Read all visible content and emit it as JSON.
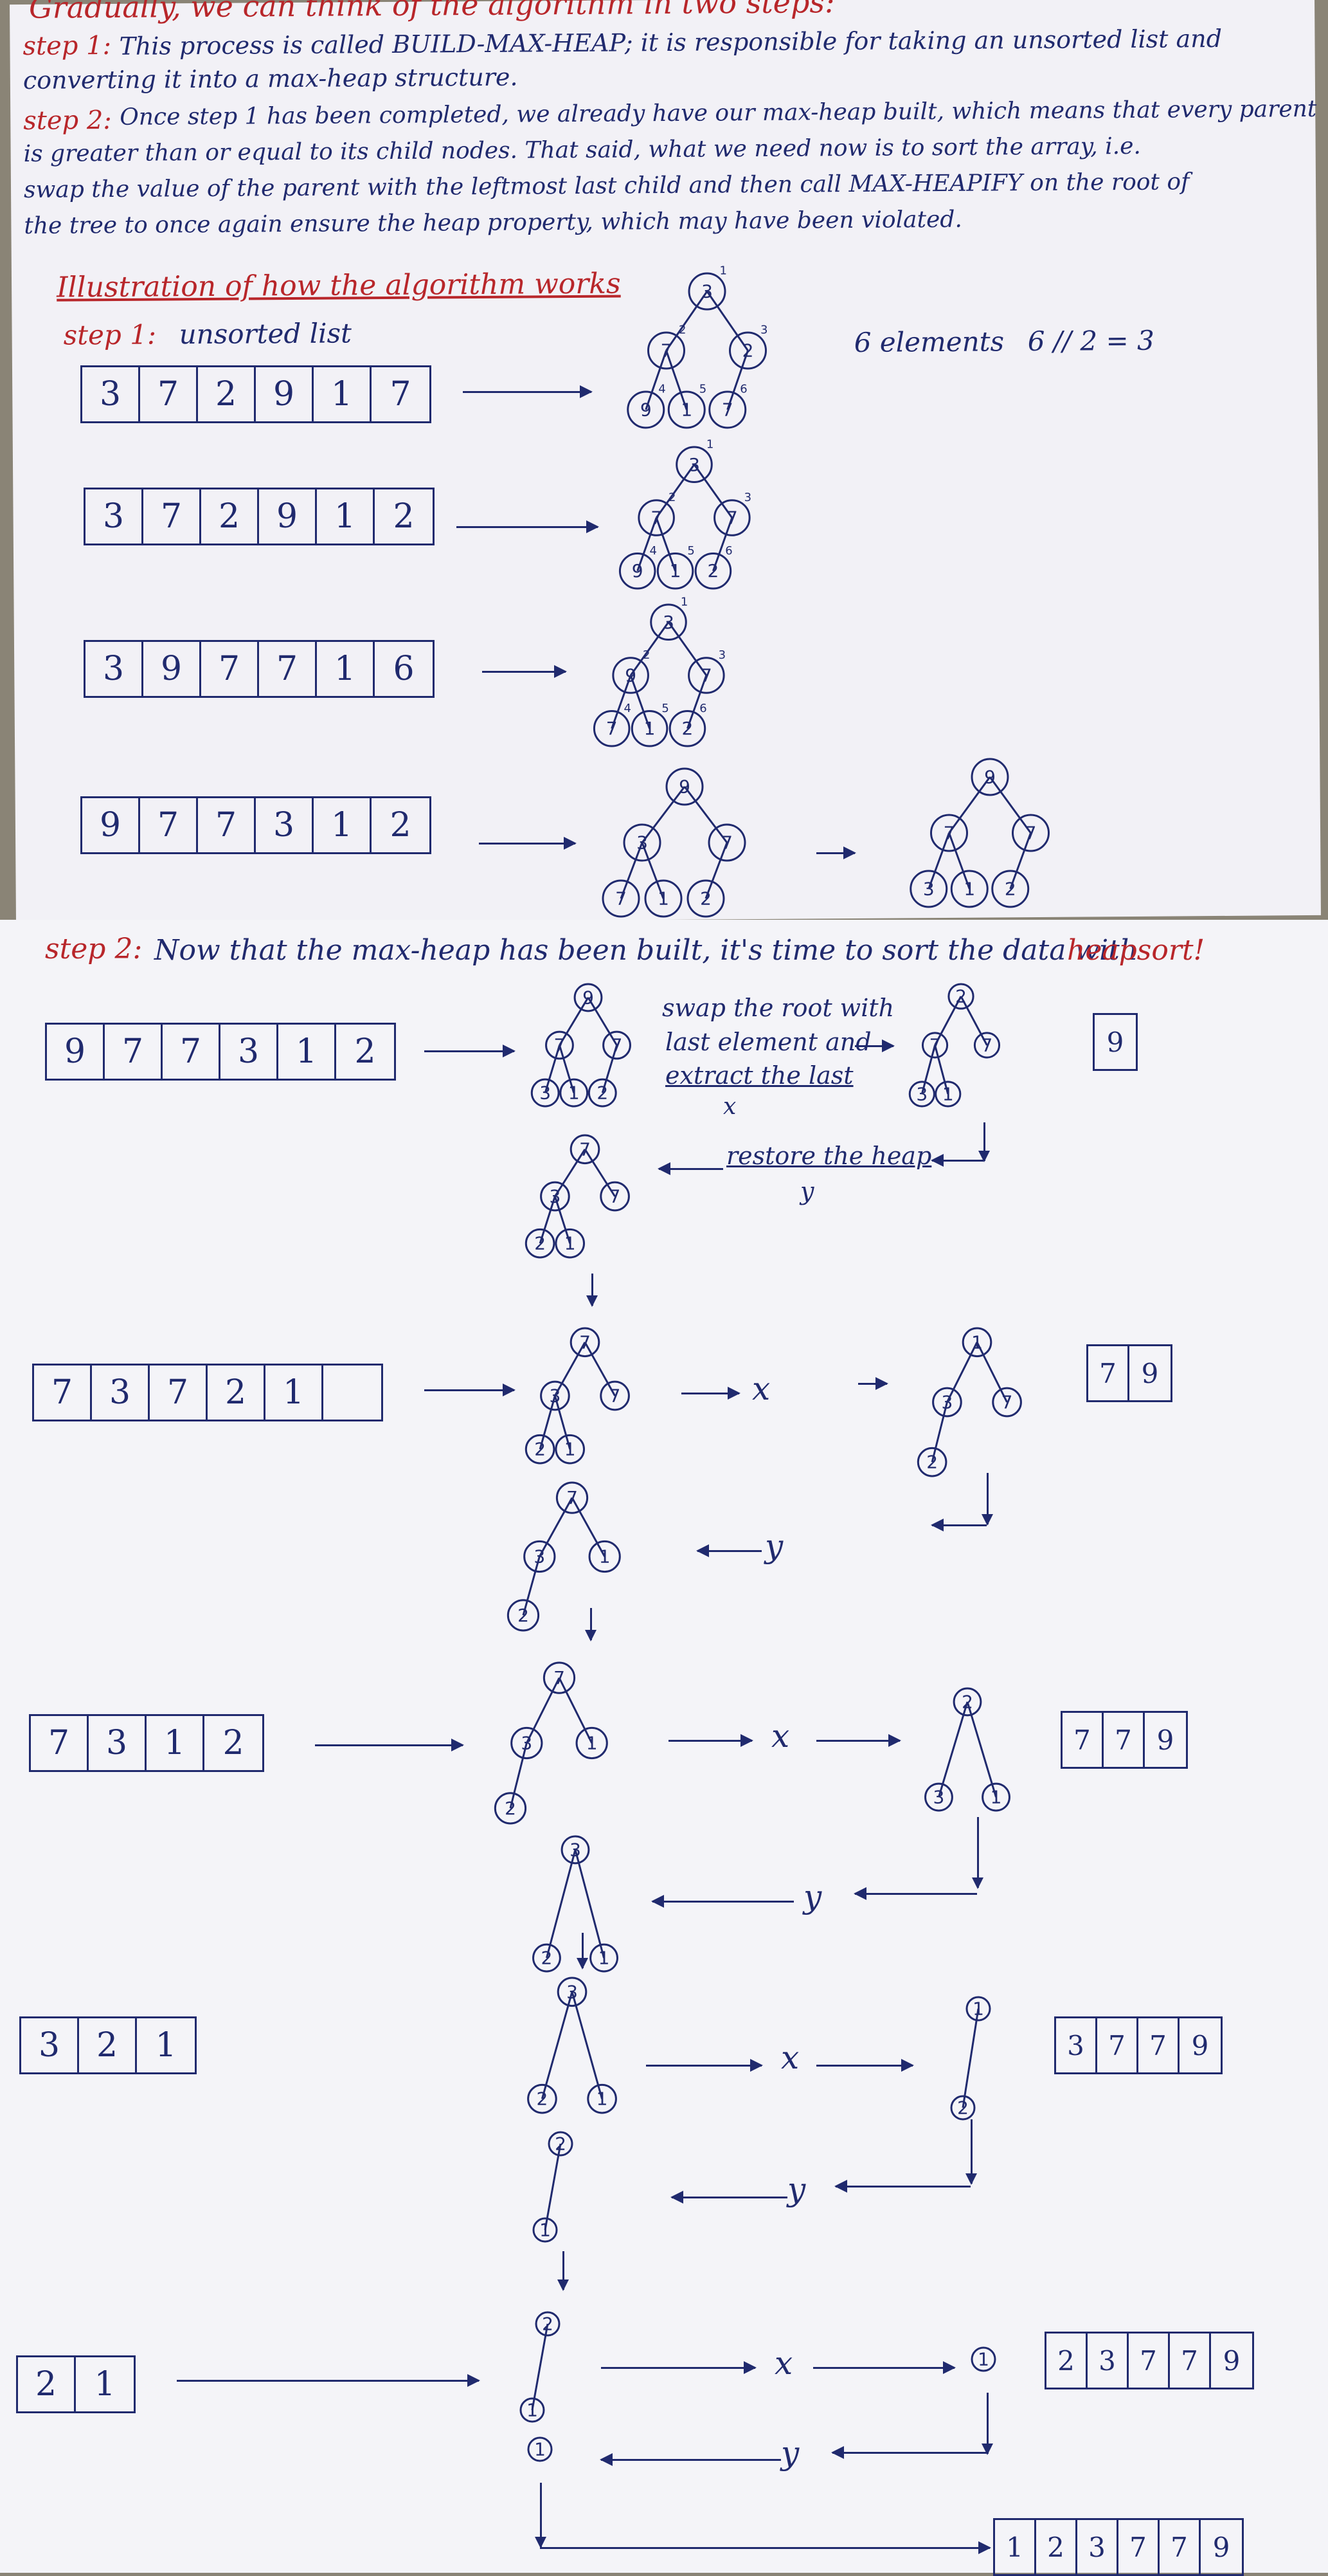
{
  "intro": "Gradually, we can think of the algorithm in two steps:",
  "step1_label": "step 1:",
  "step1_text_a": "This process is called BUILD-MAX-HEAP; it is responsible for taking an unsorted list and",
  "step1_text_b": "converting it into a max-heap structure.",
  "step2_label": "step 2:",
  "step2_text_a": "Once step 1 has been completed, we already have our max-heap built, which means that every parent",
  "step2_text_b": "is greater than or equal to its child nodes. That said, what we need now is to sort the array, i.e.",
  "step2_text_c": "swap the value of the parent with the leftmost last child and then call MAX-HEAPIFY on the root of",
  "step2_text_d": "the tree to once again ensure the heap property, which may have been violated.",
  "illustration_title": "Illustration of how the algorithm works",
  "build_label": "step 1:",
  "build_sublabel": "unsorted list",
  "elements_note": "6 elements",
  "half_note": "6 // 2 = 3",
  "sort_label": "step 2:",
  "sort_text_a": "Now that the max-heap has been built, it's time to sort the data with",
  "sort_text_b": "heapsort!",
  "swap_note_a": "swap the root with",
  "swap_note_b": "last element and",
  "swap_note_c": "extract the last",
  "restore_note": "restore the heap",
  "x_label": "x",
  "y_label": "y",
  "arrays": {
    "a1": [
      "3",
      "7",
      "2",
      "9",
      "1",
      "7"
    ],
    "a2": [
      "3",
      "7",
      "2",
      "9",
      "1",
      "2"
    ],
    "a3": [
      "3",
      "9",
      "7",
      "7",
      "1",
      "6"
    ],
    "a4": [
      "9",
      "7",
      "7",
      "3",
      "1",
      "2"
    ],
    "s1": [
      "9",
      "7",
      "7",
      "3",
      "1",
      "2"
    ],
    "s2": [
      "7",
      "3",
      "7",
      "2",
      "1",
      ""
    ],
    "s3": [
      "7",
      "3",
      "1",
      "2"
    ],
    "s4": [
      "3",
      "2",
      "1"
    ],
    "s5": [
      "2",
      "1"
    ],
    "r1": [
      "9"
    ],
    "r2": [
      "7",
      "9"
    ],
    "r3": [
      "7",
      "7",
      "9"
    ],
    "r4": [
      "3",
      "7",
      "7",
      "9"
    ],
    "r5": [
      "2",
      "3",
      "7",
      "7",
      "9"
    ],
    "r6": [
      "1",
      "2",
      "3",
      "7",
      "7",
      "9"
    ]
  },
  "trees": {
    "t1": {
      "nodes": [
        "3",
        "7",
        "2",
        "9",
        "1",
        "7"
      ],
      "indices": [
        "1",
        "2",
        "3",
        "4",
        "5",
        "6"
      ]
    },
    "t2": {
      "nodes": [
        "3",
        "7",
        "7",
        "9",
        "1",
        "2"
      ],
      "indices": [
        "1",
        "2",
        "3",
        "4",
        "5",
        "6"
      ]
    },
    "t3": {
      "nodes": [
        "3",
        "9",
        "7",
        "7",
        "1",
        "2"
      ],
      "indices": [
        "1",
        "2",
        "3",
        "4",
        "5",
        "6"
      ]
    },
    "t4": {
      "nodes": [
        "9",
        "3",
        "7",
        "7",
        "1",
        "2"
      ]
    },
    "t5": {
      "nodes": [
        "9",
        "7",
        "7",
        "3",
        "1",
        "2"
      ]
    },
    "s_t1": {
      "nodes": [
        "9",
        "7",
        "7",
        "3",
        "1",
        "2"
      ]
    },
    "s_t2": {
      "nodes": [
        "2",
        "7",
        "7",
        "3",
        "1"
      ]
    },
    "s_t3": {
      "nodes": [
        "7",
        "3",
        "7",
        "2",
        "1"
      ]
    },
    "s_t4": {
      "nodes": [
        "7",
        "3",
        "7",
        "2",
        "1"
      ]
    },
    "s_t5": {
      "nodes": [
        "1",
        "3",
        "7",
        "2"
      ]
    },
    "s_t6": {
      "nodes": [
        "7",
        "3",
        "1",
        "2"
      ]
    },
    "s_t7": {
      "nodes": [
        "7",
        "3",
        "1",
        "2"
      ]
    },
    "s_t8": {
      "nodes": [
        "2",
        "3",
        "1"
      ]
    },
    "s_t9": {
      "nodes": [
        "3",
        "2",
        "1"
      ]
    },
    "s_t10": {
      "nodes": [
        "3",
        "2",
        "1"
      ]
    },
    "s_t11": {
      "nodes": [
        "1",
        "2"
      ]
    },
    "s_t12": {
      "nodes": [
        "2",
        "1"
      ]
    },
    "s_t13": {
      "nodes": [
        "2",
        "1"
      ]
    },
    "s_t14": {
      "nodes": [
        "1"
      ]
    },
    "s_t15": {
      "nodes": [
        "1"
      ]
    }
  }
}
